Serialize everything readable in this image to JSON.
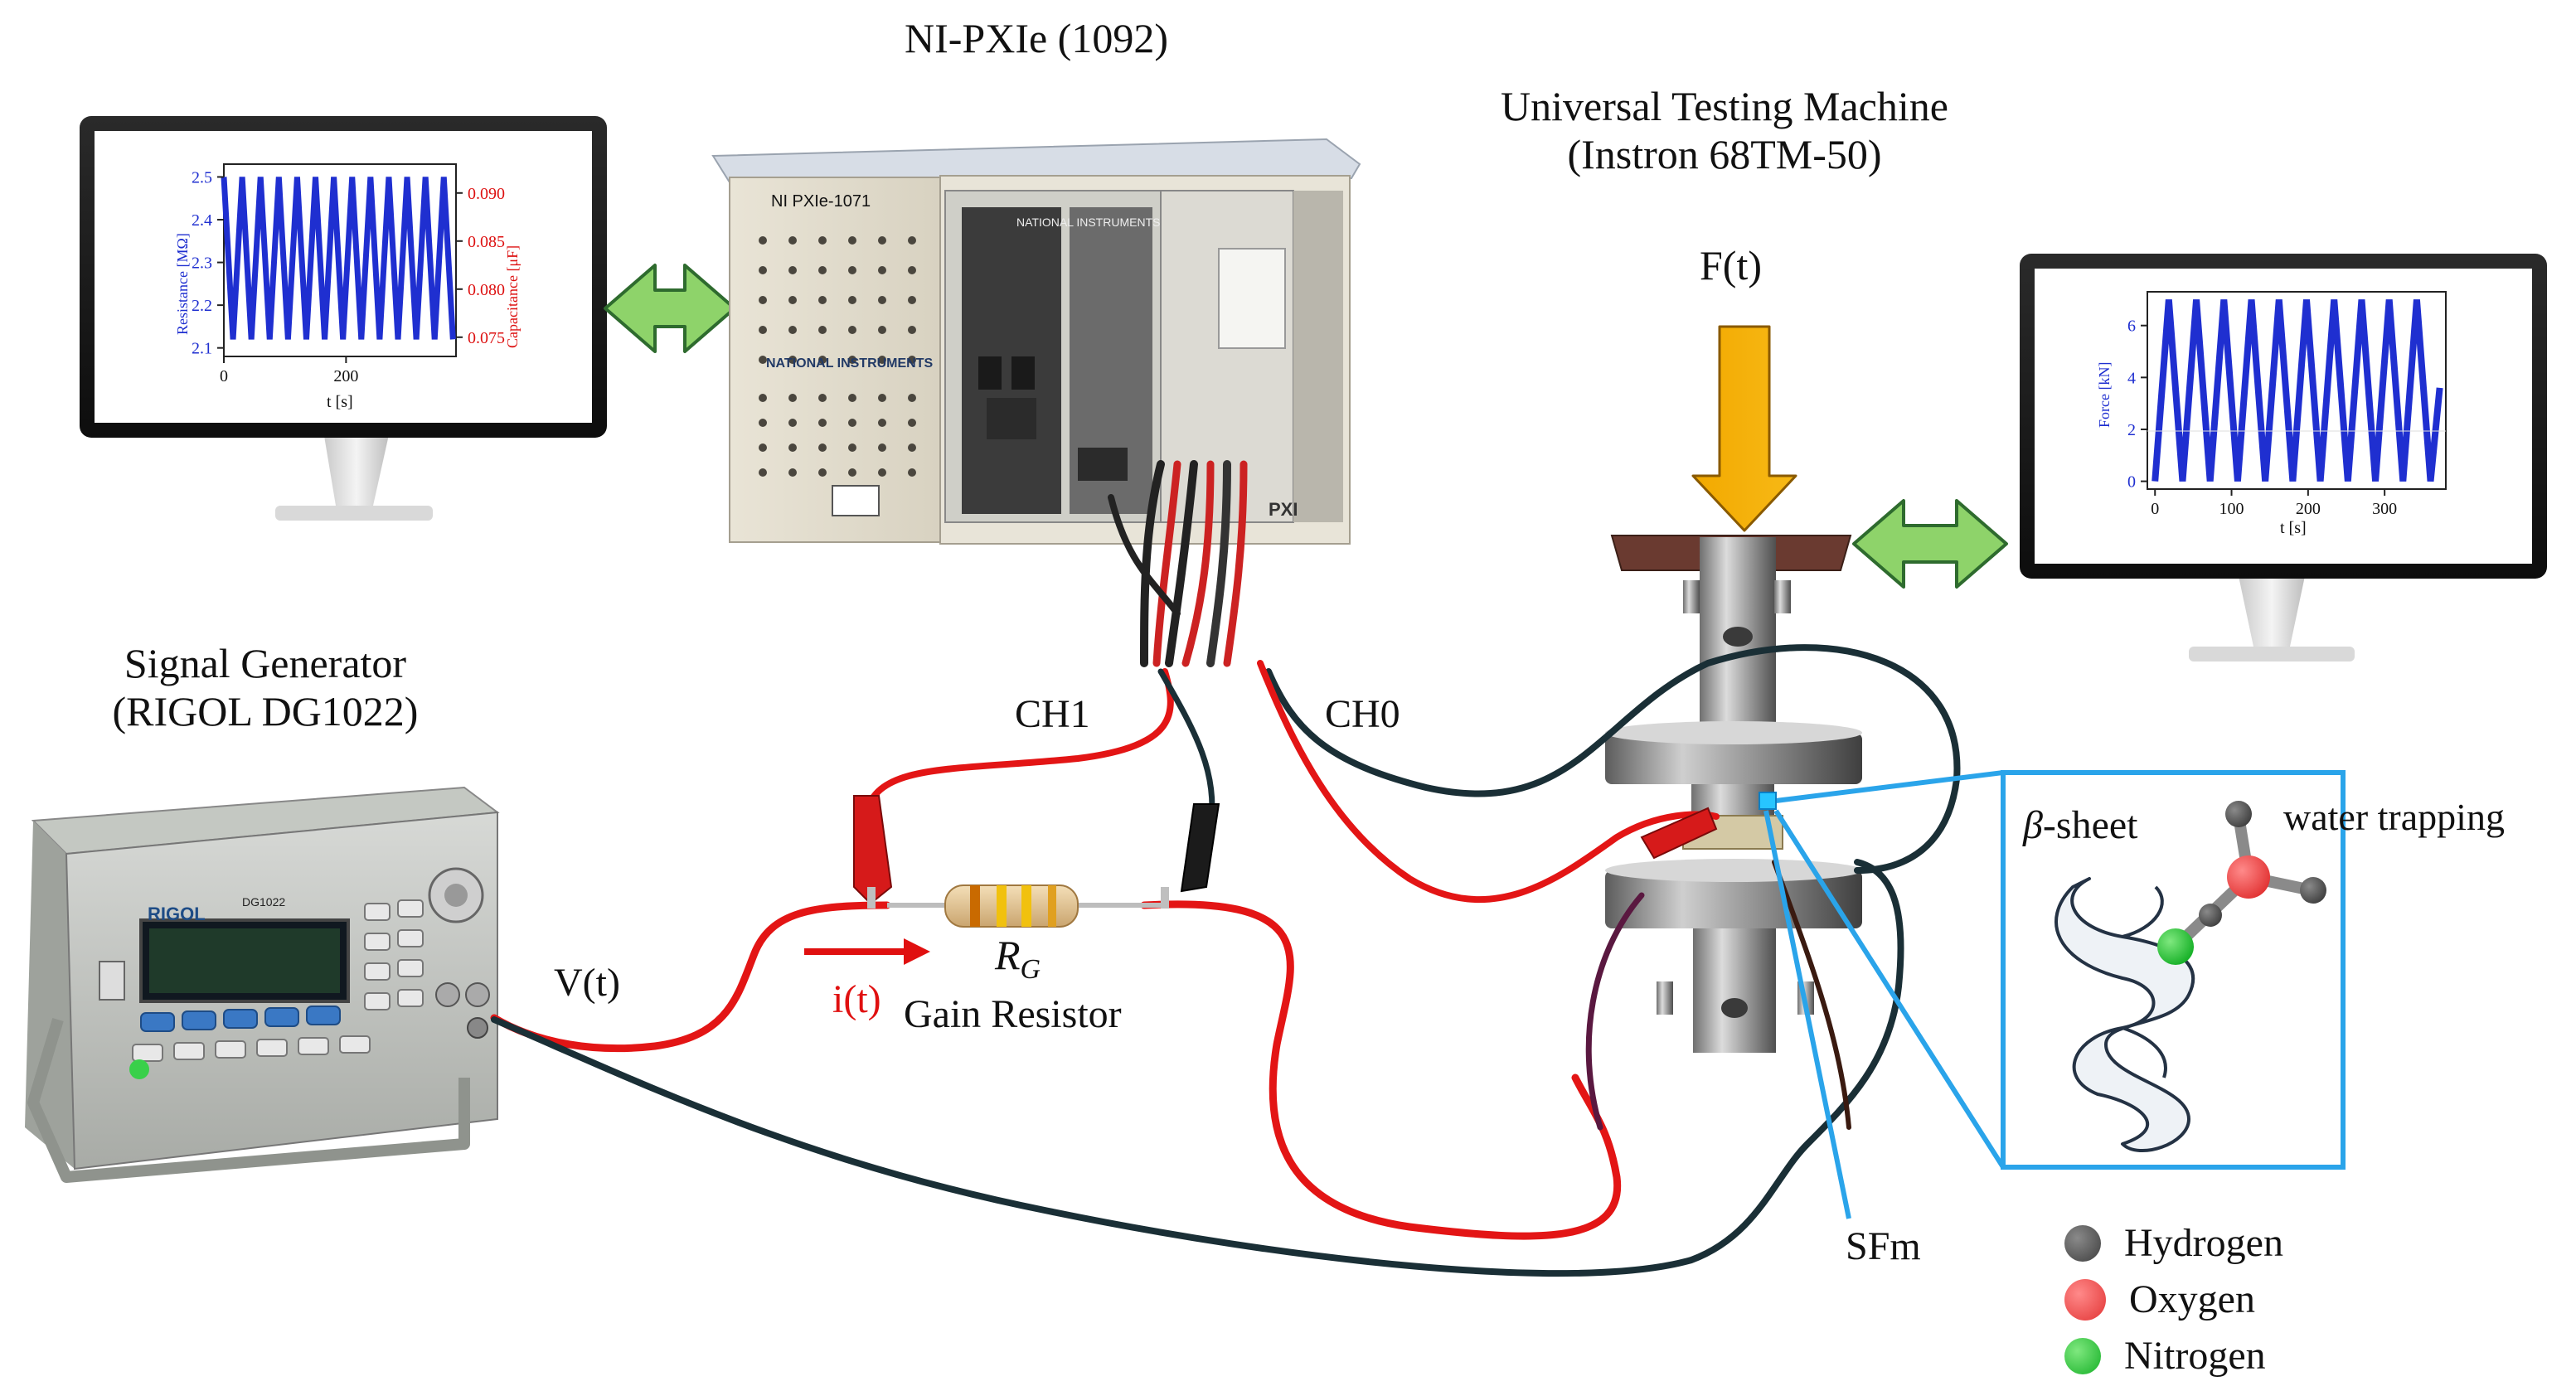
{
  "title_nipxie": "NI-PXIe (1092)",
  "uts": {
    "line1": "Universal Testing Machine",
    "line2": "(Instron 68TM-50)"
  },
  "siggen": {
    "line1": "Signal Generator",
    "line2": "(RIGOL DG1022)"
  },
  "force_label": "F(t)",
  "ch1": "CH1",
  "ch0": "CH0",
  "vt": "V(t)",
  "it": "i(t)",
  "rg": "R",
  "rg_sub": "G",
  "gain_resistor": "Gain Resistor",
  "sfm": "SFm",
  "beta_sheet": {
    "symbol": "β",
    "text": "-sheet"
  },
  "water_trapping": "water trapping",
  "legend": [
    {
      "name": "Hydrogen",
      "color": "#555555"
    },
    {
      "name": "Oxygen",
      "color": "#f05050"
    },
    {
      "name": "Nitrogen",
      "color": "#2ec43a"
    }
  ],
  "device_text": {
    "chassis_model": "NI PXIe-1071",
    "brand_top": "NATIONAL INSTRUMENTS",
    "brand_mid": "NATIONAL INSTRUMENTS",
    "pxi": "PXI",
    "rigol_brand": "RIGOL",
    "rigol_model": "DG1022"
  },
  "chart_data": [
    {
      "type": "line",
      "title": "",
      "xlabel": "t [s]",
      "ylabel": "Resistance [MΩ]",
      "ylabel_right": "Capacitance [μF]",
      "xlim": [
        0,
        380
      ],
      "ylim": [
        2.08,
        2.53
      ],
      "ylim_right": [
        0.073,
        0.093
      ],
      "xticks": [
        "0",
        "200"
      ],
      "yticks": [
        "2.1",
        "2.2",
        "2.3",
        "2.4",
        "2.5"
      ],
      "yticks_right": [
        "0.075",
        "0.080",
        "0.085",
        "0.090"
      ],
      "series": [
        {
          "color": "#1f2fd0",
          "x": [
            0,
            15,
            30,
            45,
            60,
            75,
            90,
            105,
            120,
            135,
            150,
            165,
            180,
            195,
            210,
            225,
            240,
            255,
            270,
            285,
            300,
            315,
            330,
            345,
            360,
            375
          ],
          "values": [
            2.5,
            2.12,
            2.5,
            2.12,
            2.5,
            2.12,
            2.5,
            2.12,
            2.5,
            2.12,
            2.5,
            2.12,
            2.5,
            2.12,
            2.5,
            2.12,
            2.5,
            2.12,
            2.5,
            2.12,
            2.5,
            2.12,
            2.5,
            2.12,
            2.5,
            2.12
          ]
        },
        {
          "color": "#dd1111",
          "axis": "right",
          "x": [
            0,
            15,
            30,
            45,
            60,
            75,
            90,
            105,
            120,
            135,
            150,
            165,
            180,
            195,
            210,
            225,
            240,
            255,
            270,
            285,
            300,
            315,
            330,
            345,
            360,
            375
          ],
          "values": [
            0.091,
            0.075,
            0.091,
            0.075,
            0.091,
            0.075,
            0.091,
            0.075,
            0.091,
            0.075,
            0.091,
            0.075,
            0.091,
            0.075,
            0.091,
            0.075,
            0.091,
            0.075,
            0.091,
            0.075,
            0.091,
            0.075,
            0.091,
            0.075,
            0.091,
            0.075
          ]
        }
      ]
    },
    {
      "type": "line",
      "title": "",
      "xlabel": "t [s]",
      "ylabel": "Force [kN]",
      "xlim": [
        -10,
        380
      ],
      "ylim": [
        -0.3,
        7.3
      ],
      "xticks": [
        "0",
        "100",
        "200",
        "300"
      ],
      "yticks": [
        "0",
        "2",
        "4",
        "6"
      ],
      "series": [
        {
          "color": "#1f2fd0",
          "x": [
            0,
            18,
            36,
            54,
            72,
            90,
            108,
            126,
            144,
            162,
            180,
            198,
            216,
            234,
            252,
            270,
            288,
            306,
            324,
            342,
            360,
            372
          ],
          "values": [
            0,
            7,
            0,
            7,
            0,
            7,
            0,
            7,
            0,
            7,
            0,
            7,
            0,
            7,
            0,
            7,
            0,
            7,
            0,
            7,
            0,
            3.6
          ]
        }
      ]
    }
  ]
}
